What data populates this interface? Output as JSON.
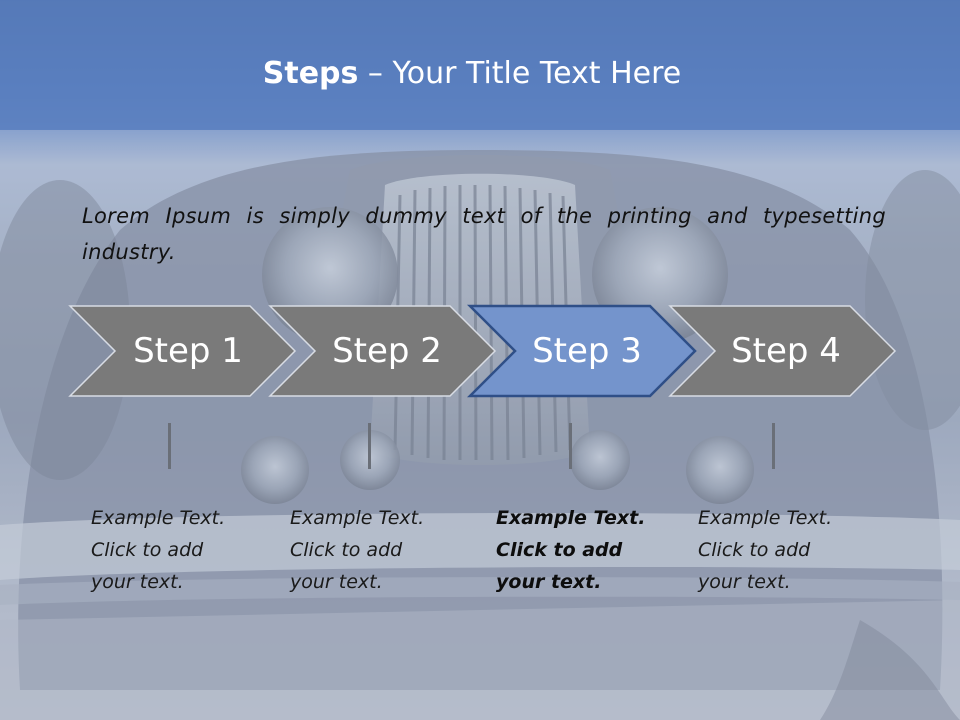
{
  "header": {
    "title_bold": "Steps",
    "title_rest": " – Your Title Text Here"
  },
  "intro_text": "Lorem Ipsum is simply dummy text of the printing and typesetting industry.",
  "steps": [
    {
      "label": "Step 1",
      "note": "Example Text.\nClick  to add\nyour text.",
      "active": false
    },
    {
      "label": "Step 2",
      "note": "Example Text.\nClick  to add\nyour text.",
      "active": false
    },
    {
      "label": "Step 3",
      "note": "Example Text.\nClick  to add\nyour text.",
      "active": true
    },
    {
      "label": "Step 4",
      "note": "Example Text.\nClick  to add\nyour text.",
      "active": false
    }
  ],
  "colors": {
    "chevron": "#7a7a7a",
    "chevron_active": "#7494cc",
    "active_border": "#2f4f87",
    "title_bar": "#5a7fbf"
  }
}
